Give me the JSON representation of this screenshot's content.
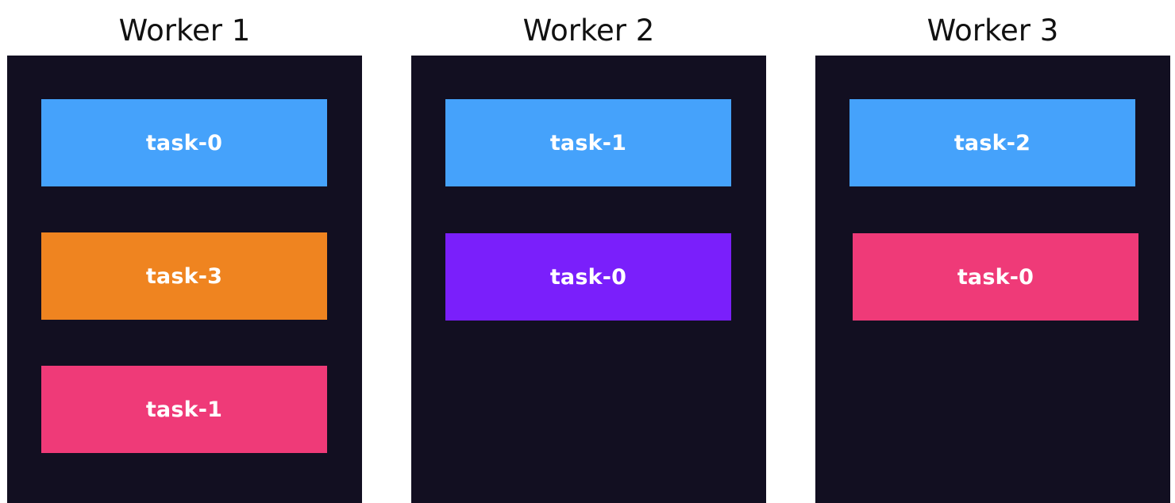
{
  "workers": [
    {
      "title": "Worker 1",
      "tasks": [
        {
          "label": "task-0",
          "color": "#45a2fb"
        },
        {
          "label": "task-3",
          "color": "#ef8420"
        },
        {
          "label": "task-1",
          "color": "#ef3a78"
        }
      ]
    },
    {
      "title": "Worker 2",
      "tasks": [
        {
          "label": "task-1",
          "color": "#45a2fb"
        },
        {
          "label": "task-0",
          "color": "#7a1ffb"
        }
      ]
    },
    {
      "title": "Worker 3",
      "tasks": [
        {
          "label": "task-2",
          "color": "#45a2fb"
        },
        {
          "label": "task-0",
          "color": "#ef3a78"
        }
      ]
    }
  ],
  "colors": {
    "panel_background": "#120f21",
    "page_background": "#ffffff",
    "title_text": "#111111",
    "task_text": "#ffffff"
  }
}
